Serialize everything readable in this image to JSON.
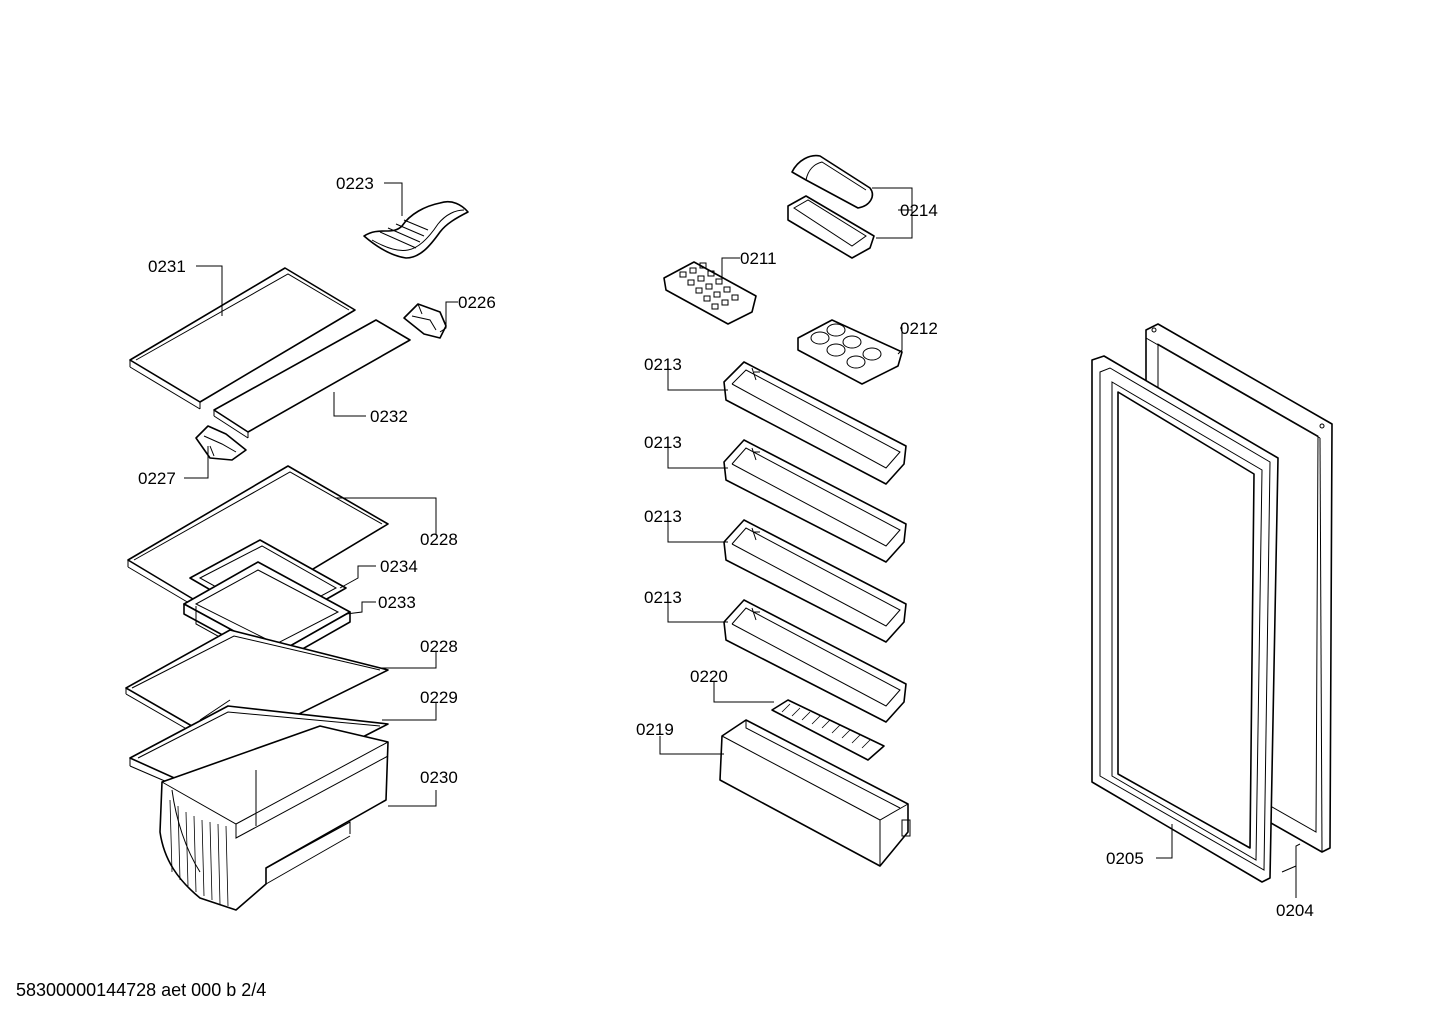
{
  "callouts": {
    "c0223": "0223",
    "c0231": "0231",
    "c0226": "0226",
    "c0232": "0232",
    "c0227": "0227",
    "c0228a": "0228",
    "c0234": "0234",
    "c0233": "0233",
    "c0228b": "0228",
    "c0229": "0229",
    "c0230": "0230",
    "c0214": "0214",
    "c0211": "0211",
    "c0212": "0212",
    "c0213a": "0213",
    "c0213b": "0213",
    "c0213c": "0213",
    "c0213d": "0213",
    "c0220": "0220",
    "c0219": "0219",
    "c0205": "0205",
    "c0204": "0204"
  },
  "footer": {
    "document_code": "58300000144728 aet 000 b 2/4"
  }
}
